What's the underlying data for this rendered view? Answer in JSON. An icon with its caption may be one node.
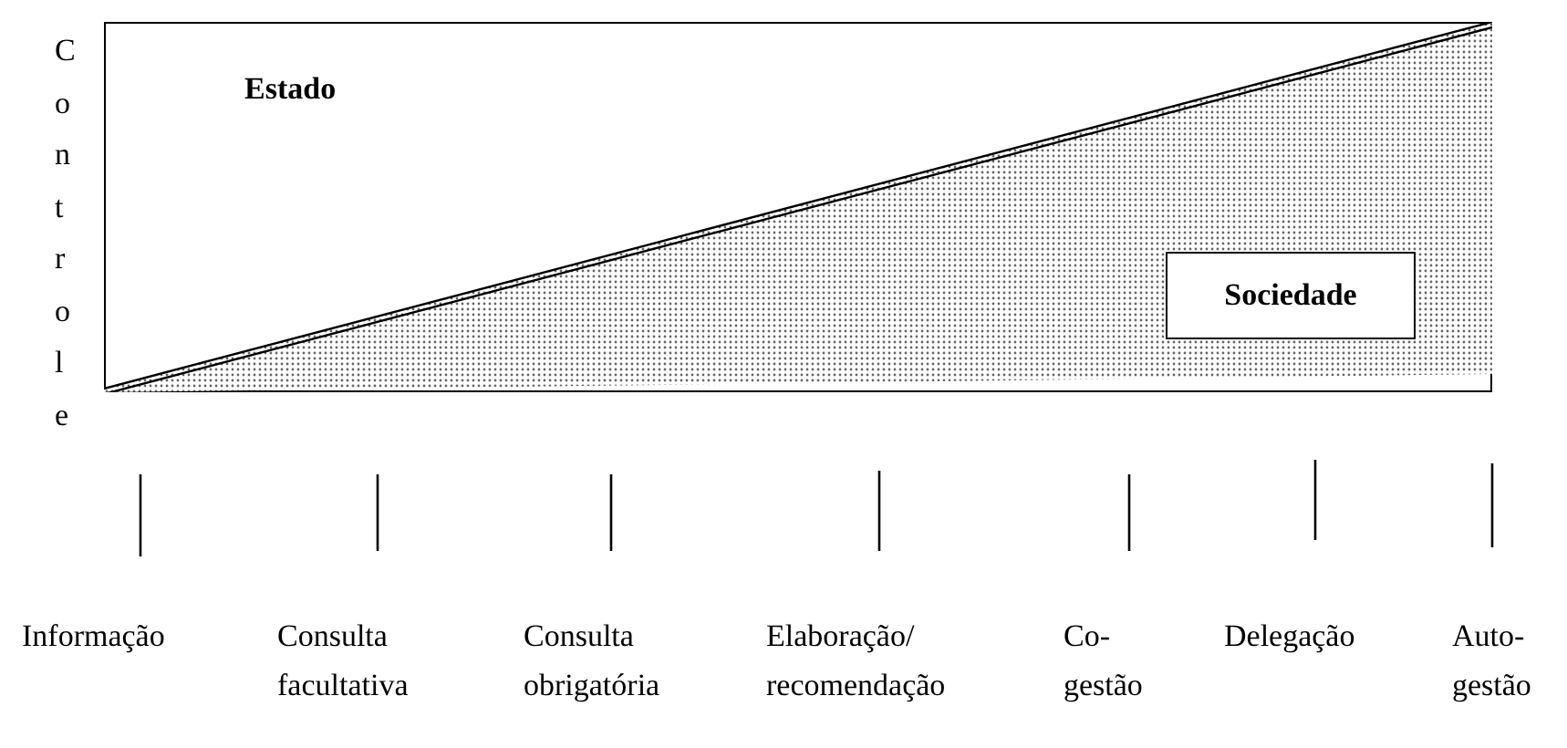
{
  "diagram": {
    "nodes": [
      {
        "text": [
          "Estado"
        ]
      },
      {
        "text": [
          "Sociedade"
        ],
        "in": 0
      }
    ],
    "edges": [],
    "labels": [
      "Controle",
      "Informação",
      "Consulta facultativa",
      "Consulta obrigatória",
      "Elaboração/ recomendação",
      "Co-gestão",
      "Delegação",
      "Auto-gestão"
    ]
  }
}
